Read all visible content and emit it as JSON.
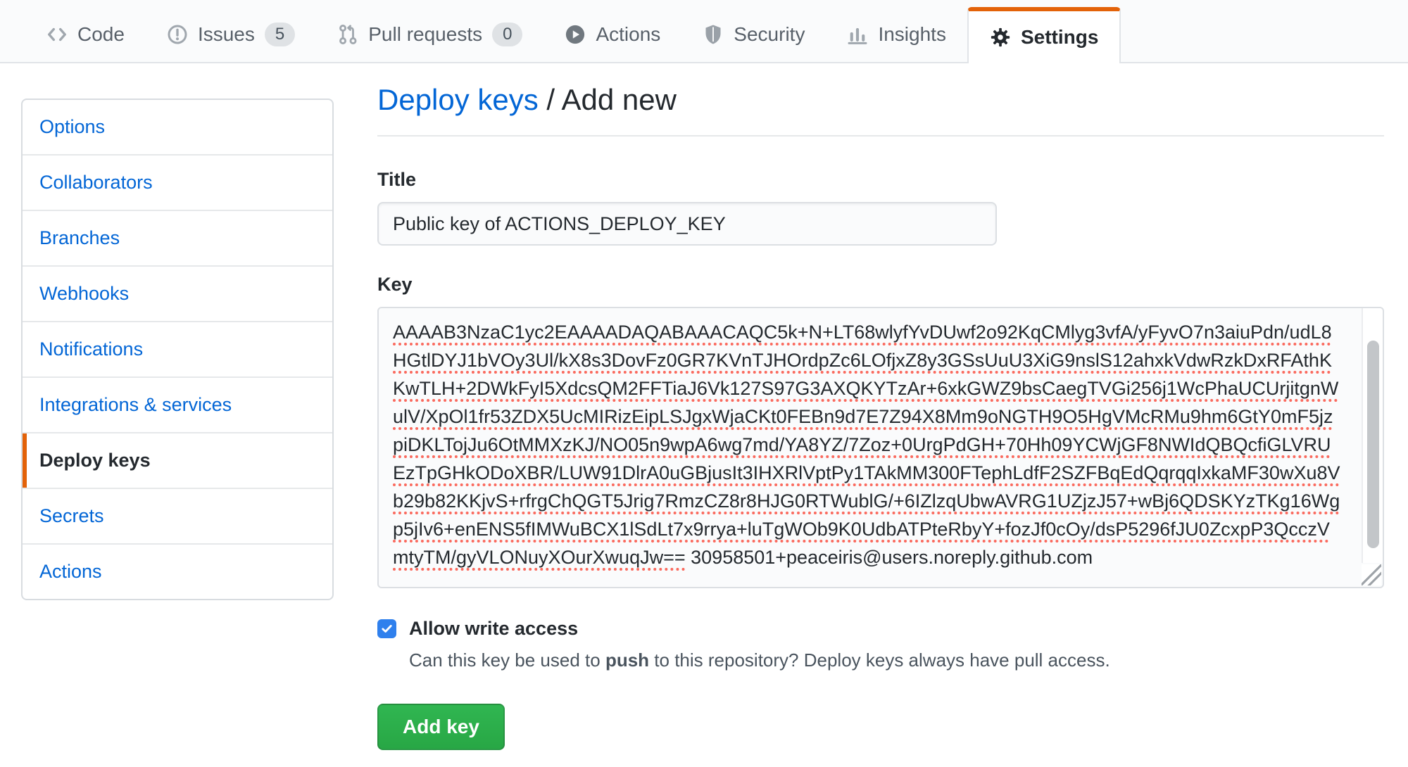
{
  "nav": {
    "tabs": [
      {
        "label": "Code",
        "icon": "code-icon"
      },
      {
        "label": "Issues",
        "icon": "issue-opened-icon",
        "badge": "5"
      },
      {
        "label": "Pull requests",
        "icon": "git-pull-request-icon",
        "badge": "0"
      },
      {
        "label": "Actions",
        "icon": "play-icon"
      },
      {
        "label": "Security",
        "icon": "shield-icon"
      },
      {
        "label": "Insights",
        "icon": "graph-icon"
      },
      {
        "label": "Settings",
        "icon": "gear-icon",
        "active": true
      }
    ]
  },
  "sidebar": {
    "items": [
      {
        "label": "Options"
      },
      {
        "label": "Collaborators"
      },
      {
        "label": "Branches"
      },
      {
        "label": "Webhooks"
      },
      {
        "label": "Notifications"
      },
      {
        "label": "Integrations & services"
      },
      {
        "label": "Deploy keys",
        "active": true
      },
      {
        "label": "Secrets"
      },
      {
        "label": "Actions"
      }
    ]
  },
  "main": {
    "heading": {
      "link": "Deploy keys",
      "rest": " / Add new"
    },
    "form": {
      "title_label": "Title",
      "title_value": "Public key of ACTIONS_DEPLOY_KEY",
      "key_label": "Key",
      "key_value": "AAAAB3NzaC1yc2EAAAADAQABAAACAQC5k+N+LT68wlyfYvDUwf2o92KqCMlyg3vfA/yFyvO7n3aiuPdn/udL8HGtlDYJ1bVOy3Ul/kX8s3DovFz0GR7KVnTJHOrdpZc6LOfjxZ8y3GSsUuU3XiG9nslS12ahxkVdwRzkDxRFAthKKwTLH+2DWkFyI5XdcsQM2FFTiaJ6Vk127S97G3AXQKYTzAr+6xkGWZ9bsCaegTVGi256j1WcPhaUCUrjitgnWulV/XpOl1fr53ZDX5UcMIRizEipLSJgxWjaCKt0FEBn9d7E7Z94X8Mm9oNGTH9O5HgVMcRMu9hm6GtY0mF5jzpiDKLTojJu6OtMMXzKJ/NO05n9wpA6wg7md/YA8YZ/7Zoz+0UrgPdGH+70Hh09YCWjGF8NWIdQBQcfiGLVRUEzTpGHkODoXBR/LUW91DlrA0uGBjusIt3IHXRlVptPy1TAkMM300FTephLdfF2SZFBqEdQqrqqIxkaMF30wXu8Vb29b82KKjvS+rfrgChQGT5Jrig7RmzCZ8r8HJG0RTWublG/+6IZlzqUbwAVRG1UZjzJ57+wBj6QDSKYzTKg16Wgp5jIv6+enENS5fIMWuBCX1lSdLt7x9rrya+luTgWOb9K0UdbATPteRbyY+fozJf0cOy/dsP5296fJU0ZcxpP3QcczVmtyTM/gyVLONuyXOurXwuqJw==",
      "key_comment": " 30958501+peaceiris@users.noreply.github.com",
      "write_access_label": "Allow write access",
      "write_access_checked": true,
      "write_access_desc_before": "Can this key be used to ",
      "write_access_desc_bold": "push",
      "write_access_desc_after": " to this repository? Deploy keys always have pull access.",
      "submit_label": "Add key"
    }
  },
  "colors": {
    "accent_orange": "#e36209",
    "link_blue": "#0366d6",
    "button_green": "#28a745",
    "checkbox_blue": "#2f80ed",
    "spellcheck_red": "#fa6a5e"
  }
}
